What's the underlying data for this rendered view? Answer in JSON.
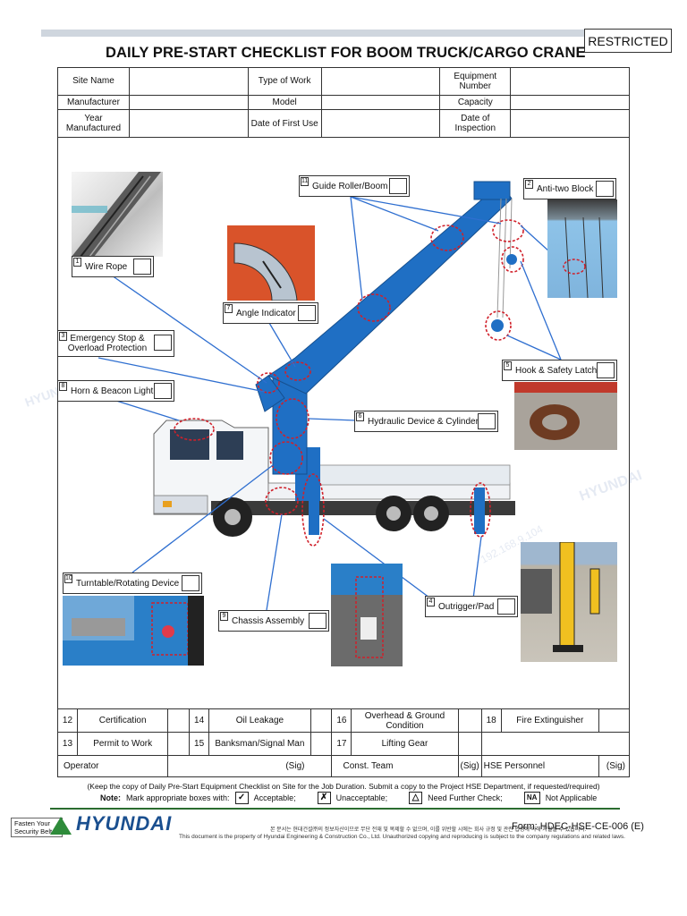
{
  "badge": "RESTRICTED",
  "title": "DAILY PRE-START CHECKLIST FOR BOOM TRUCK/CARGO CRANE",
  "header": {
    "site_name": "Site Name",
    "type_of_work": "Type of Work",
    "equipment_number": "Equipment Number",
    "manufacturer": "Manufacturer",
    "model": "Model",
    "capacity": "Capacity",
    "year_manufactured": "Year Manufactured",
    "date_first_use": "Date of First Use",
    "date_inspection": "Date of Inspection"
  },
  "items": [
    {
      "num": "1",
      "label": "Wire Rope"
    },
    {
      "num": "2",
      "label": "Anti-two Block"
    },
    {
      "num": "3",
      "label": "Emergency Stop & Overload Protection"
    },
    {
      "num": "4",
      "label": "Outrigger/Pad"
    },
    {
      "num": "5",
      "label": "Hook & Safety Latch"
    },
    {
      "num": "6",
      "label": "Hydraulic Device & Cylinder"
    },
    {
      "num": "7",
      "label": "Angle Indicator"
    },
    {
      "num": "8",
      "label": "Horn & Beacon Light"
    },
    {
      "num": "9",
      "label": "Chassis Assembly"
    },
    {
      "num": "10",
      "label": "Turntable/Rotating Device"
    },
    {
      "num": "11",
      "label": "Guide Roller/Boom"
    }
  ],
  "bottom_items": [
    {
      "num": "12",
      "label": "Certification"
    },
    {
      "num": "13",
      "label": "Permit to Work"
    },
    {
      "num": "14",
      "label": "Oil Leakage"
    },
    {
      "num": "15",
      "label": "Banksman/Signal Man"
    },
    {
      "num": "16",
      "label": "Overhead & Ground Condition"
    },
    {
      "num": "17",
      "label": "Lifting Gear"
    },
    {
      "num": "18",
      "label": "Fire Extinguisher"
    }
  ],
  "signatures": {
    "operator": "Operator",
    "sig": "(Sig)",
    "const_team": "Const. Team",
    "hse": "HSE Personnel"
  },
  "note_keep": "(Keep the copy of Daily Pre-Start Equipment Checklist  on Site for the Job Duration. Submit a copy to the Project HSE Department, if requested/required)",
  "legend": {
    "note": "Note:",
    "text": "Mark appropriate boxes with:",
    "acceptable": "Acceptable;",
    "unacceptable": "Unacceptable;",
    "further": "Need Further Check;",
    "na_mark": "NA",
    "na": "Not Applicable"
  },
  "watermark": {
    "brand": "HYUNDAI",
    "ip": "192.168.9.104"
  },
  "footer": {
    "security": "Fasten Your Security Belt",
    "brand": "HYUNDAI",
    "form": "Form: HDEC-HSE-CE-006 (E)",
    "korean": "본 문서는 현대건설㈜의 정보자산이므로 무단 전재 및 복제할 수 없으며, 이를 위반할 시에는 회사 규정 및 관련 법령에 의해 처벌될 수 있습니다.",
    "small": "This document is the property of Hyundai Engineering & Construction Co., Ltd. Unauthorized copying and reproducing is subject to the company regulations and related laws."
  },
  "colors": {
    "crane_blue": "#1f6fc4",
    "callout_line": "#2f6fd0",
    "dashed_red": "#d0202a",
    "brand_blue": "#1a4f8f"
  }
}
